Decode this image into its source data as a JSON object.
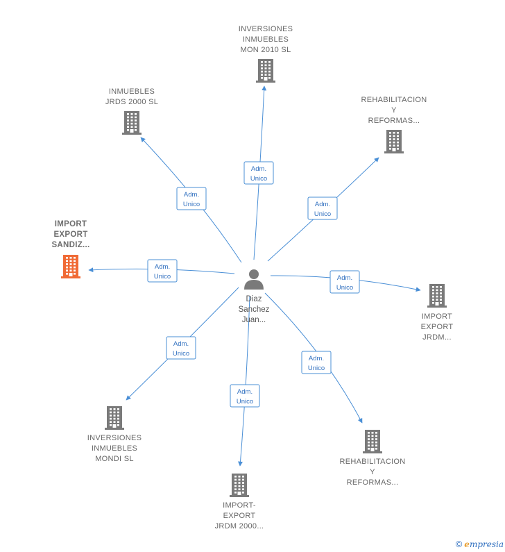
{
  "center": {
    "lines": [
      "Diaz",
      "Sanchez",
      "Juan..."
    ]
  },
  "edge_label": {
    "line1": "Adm.",
    "line2": "Unico"
  },
  "colors": {
    "edge": "#4a8fd6",
    "building": "#7a7a7a",
    "highlight": "#f06a35"
  },
  "nodes": [
    {
      "name": "inversiones-inmuebles-mon",
      "lines": [
        "INVERSIONES",
        "INMUEBLES",
        "MON 2010  SL"
      ],
      "highlight": false
    },
    {
      "name": "inmuebles-jrds",
      "lines": [
        "INMUEBLES",
        "JRDS 2000  SL"
      ],
      "highlight": false
    },
    {
      "name": "rehabilitacion-top",
      "lines": [
        "REHABILITACION",
        "Y",
        "REFORMAS..."
      ],
      "highlight": false
    },
    {
      "name": "import-export-sandiz",
      "lines": [
        "IMPORT",
        "EXPORT",
        "SANDIZ..."
      ],
      "highlight": true
    },
    {
      "name": "import-export-jrdm",
      "lines": [
        "IMPORT",
        "EXPORT",
        "JRDM..."
      ],
      "highlight": false
    },
    {
      "name": "inversiones-inmuebles-mondi",
      "lines": [
        "INVERSIONES",
        "INMUEBLES",
        "MONDI  SL"
      ],
      "highlight": false
    },
    {
      "name": "import-export-jrdm-2000",
      "lines": [
        "IMPORT-",
        "EXPORT",
        "JRDM 2000..."
      ],
      "highlight": false
    },
    {
      "name": "rehabilitacion-bottom",
      "lines": [
        "REHABILITACION",
        "Y",
        "REFORMAS..."
      ],
      "highlight": false
    }
  ],
  "footer": {
    "copyright": "©",
    "brand_initial": "e",
    "brand_rest": "mpresia"
  }
}
